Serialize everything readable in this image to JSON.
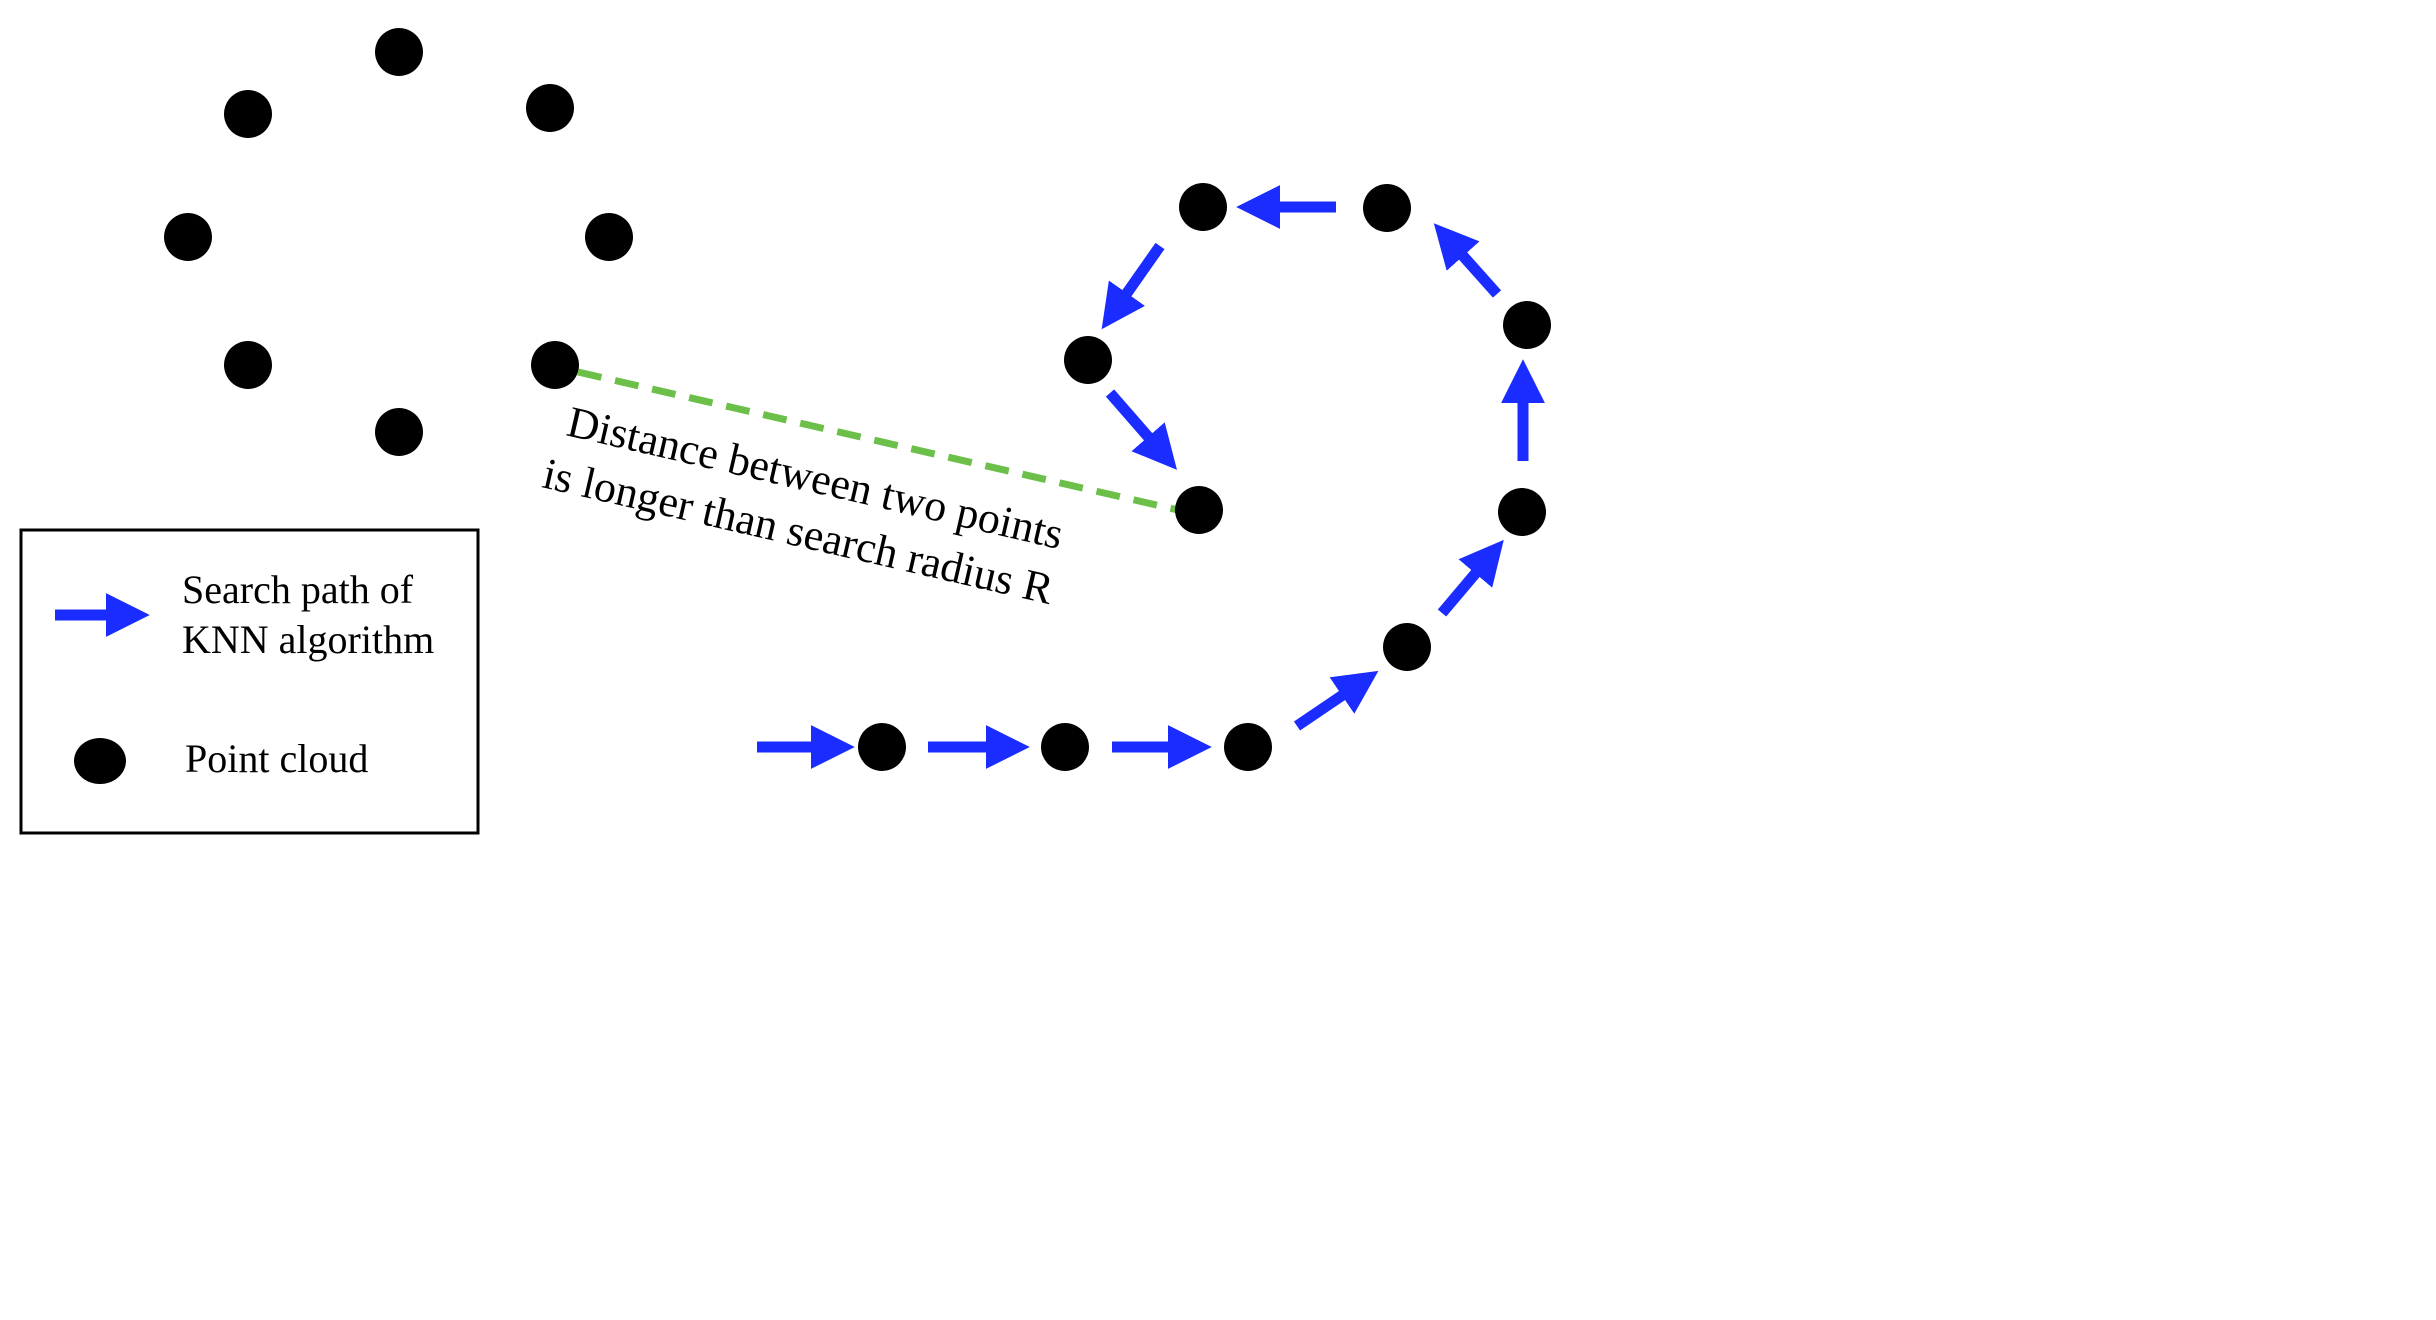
{
  "annotation": {
    "line1": "Distance between two points",
    "line2": "is longer than search radius R"
  },
  "legend": {
    "arrow_label_line1": "Search path of",
    "arrow_label_line2": "KNN algorithm",
    "point_label": "Point cloud"
  },
  "colors": {
    "point": "#000000",
    "arrow": "#1a2cff",
    "distance_line": "#6cc04a",
    "legend_border": "#000000"
  }
}
